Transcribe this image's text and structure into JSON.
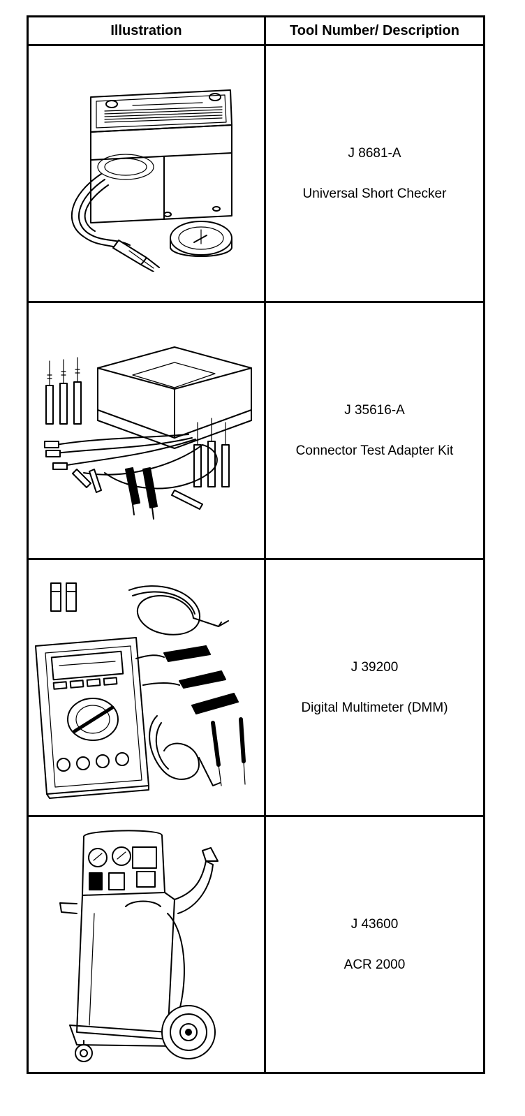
{
  "table": {
    "headers": [
      "Illustration",
      "Tool Number/ Description"
    ],
    "rows": [
      {
        "number": "J 8681-A",
        "description": "Universal Short Checker",
        "icon": "short-checker-illustration"
      },
      {
        "number": "J 35616-A",
        "description": "Connector Test Adapter Kit",
        "icon": "adapter-kit-illustration"
      },
      {
        "number": "J 39200",
        "description": "Digital Multimeter (DMM)",
        "icon": "multimeter-illustration"
      },
      {
        "number": "J 43600",
        "description": "ACR 2000",
        "icon": "acr-machine-illustration"
      }
    ]
  }
}
